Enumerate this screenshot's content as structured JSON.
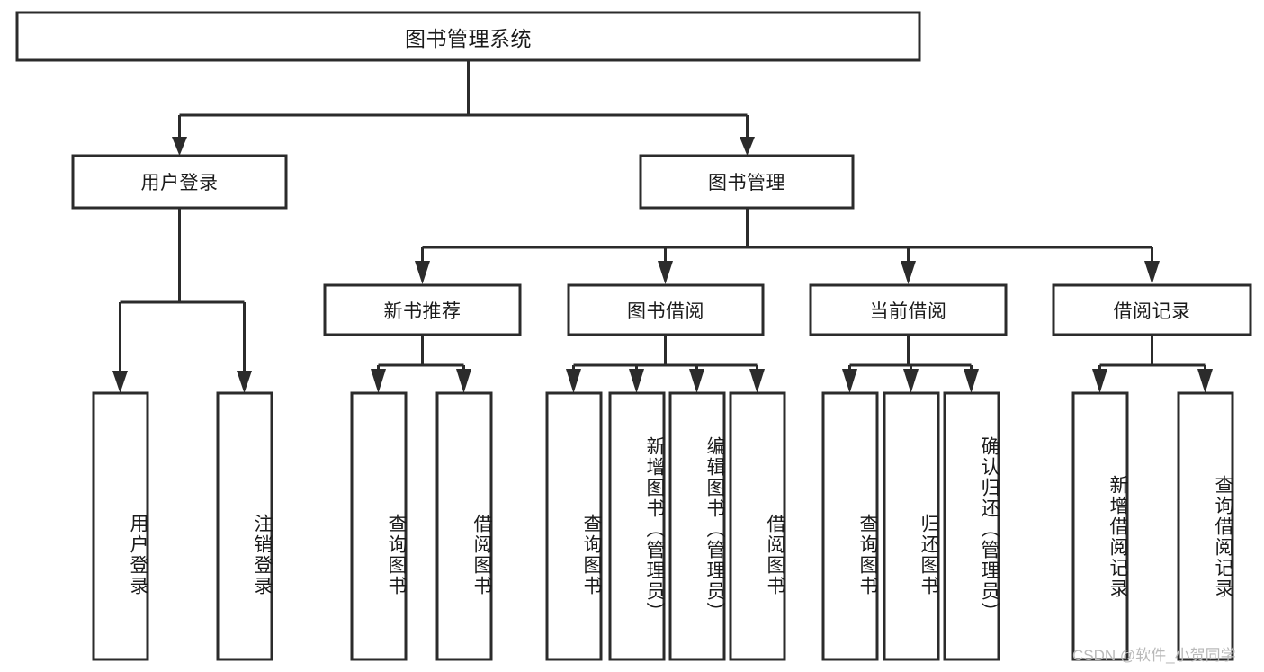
{
  "diagram": {
    "type": "tree-hierarchy-diagram",
    "title": "图书管理系统",
    "watermark": "CSDN @软件_小贺同学",
    "colors": {
      "background": "#ffffff",
      "stroke": "#2b2b2b",
      "text": "#1a1a1a",
      "watermark": "#b9b9b9"
    },
    "root": {
      "label": "图书管理系统"
    },
    "level2": [
      {
        "label": "用户登录"
      },
      {
        "label": "图书管理"
      }
    ],
    "level3": [
      {
        "label": "新书推荐"
      },
      {
        "label": "图书借阅"
      },
      {
        "label": "当前借阅"
      },
      {
        "label": "借阅记录"
      }
    ],
    "leaves": {
      "user_login": [
        {
          "label": "用户登录"
        },
        {
          "label": "注销登录"
        }
      ],
      "new_book": [
        {
          "label": "查询图书"
        },
        {
          "label": "借阅图书"
        }
      ],
      "book_borrow": [
        {
          "label": "查询图书"
        },
        {
          "label": "新增图书（管理员）"
        },
        {
          "label": "编辑图书（管理员）"
        },
        {
          "label": "借阅图书"
        }
      ],
      "current_borrow": [
        {
          "label": "查询图书"
        },
        {
          "label": "归还图书"
        },
        {
          "label": "确认归还（管理员）"
        }
      ],
      "borrow_record": [
        {
          "label": "新增借阅记录"
        },
        {
          "label": "查询借阅记录"
        }
      ]
    }
  }
}
